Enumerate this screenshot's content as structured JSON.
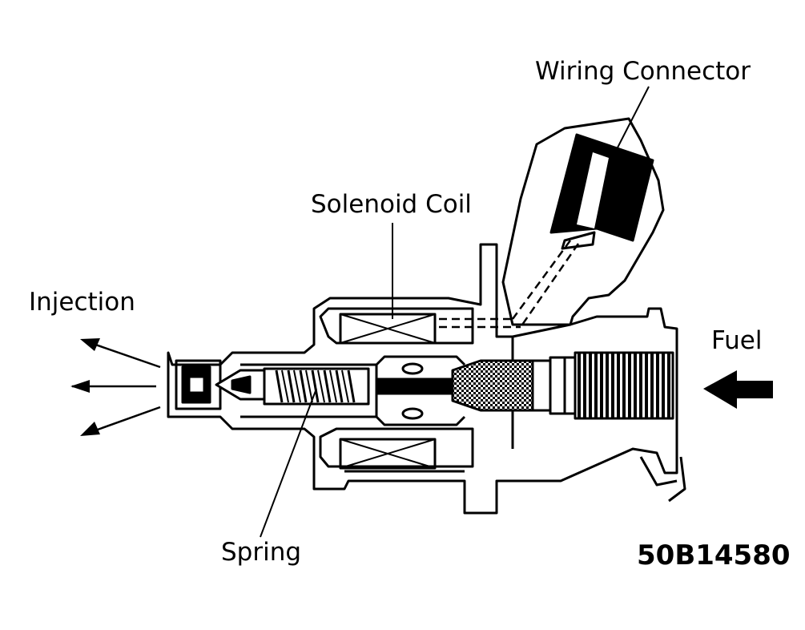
{
  "labels": {
    "wiring_connector": "Wiring Connector",
    "solenoid_coil": "Solenoid Coil",
    "injection": "Injection",
    "fuel": "Fuel",
    "spring": "Spring",
    "figure_code": "50B14580"
  },
  "colors": {
    "ink": "#000000",
    "background": "#ffffff"
  }
}
